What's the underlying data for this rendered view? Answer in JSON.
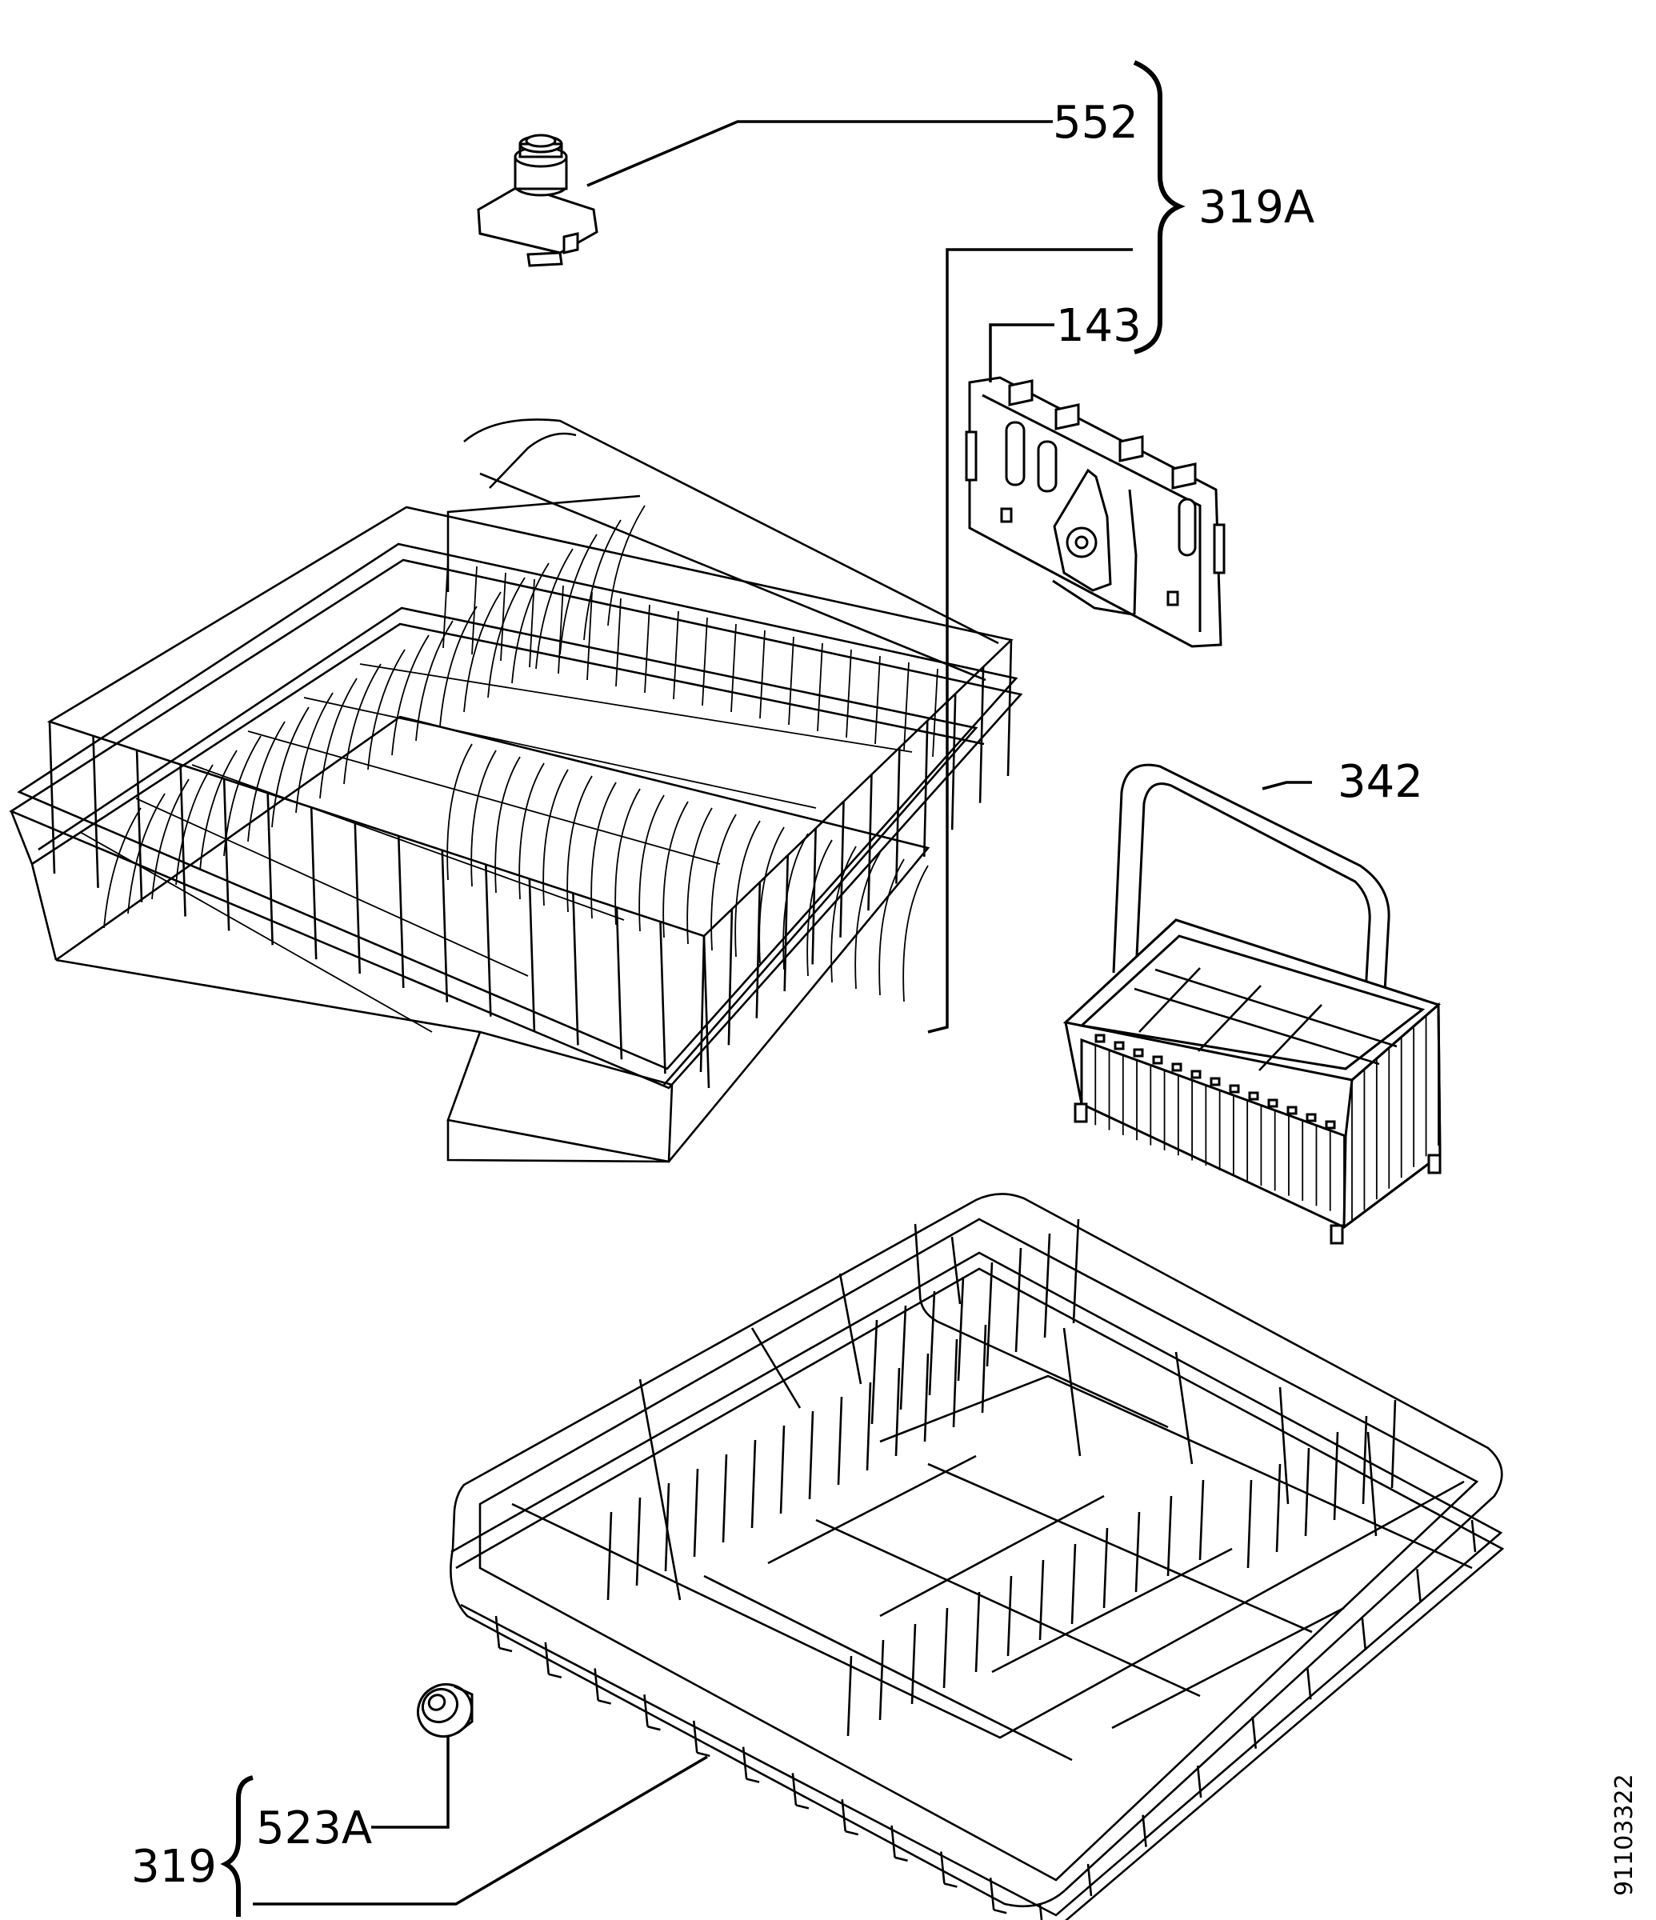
{
  "labels": {
    "p552": "552",
    "p319a": "319A",
    "p143": "143",
    "p342": "342",
    "p523a": "523A",
    "p319": "319"
  },
  "doc_code": "91103322",
  "colors": {
    "ink": "#000000",
    "paper": "#ffffff"
  }
}
